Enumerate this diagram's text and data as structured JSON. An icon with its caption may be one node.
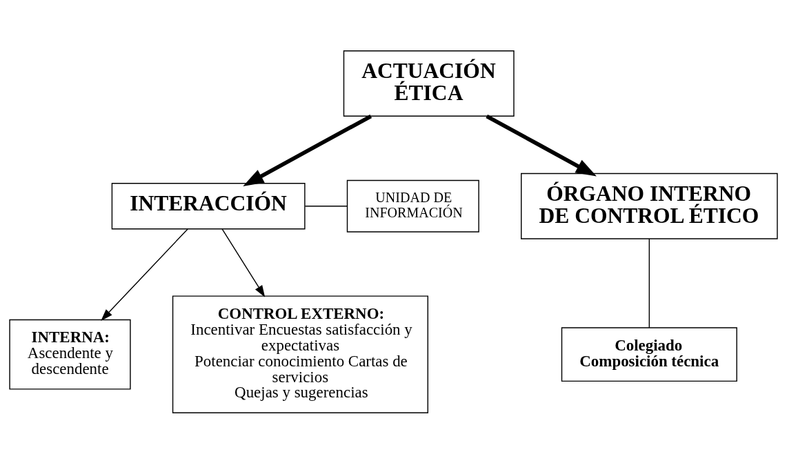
{
  "diagram": {
    "nodes": [
      {
        "text": [
          "ACTUACIÓN ÉTICA"
        ]
      },
      {
        "text": [
          "UNIDAD DE INFORMACIÓN"
        ]
      },
      {
        "text": [
          "INTERACCIÓN"
        ]
      },
      {
        "text": [
          "ÓRGANO INTERNO DE CONTROL ÉTICO"
        ]
      },
      {
        "text": [
          "CONTROL EXTERNO:",
          "Incentivar Encuestas satisfacción y expectativas",
          "Potenciar conocimiento Cartas de servicios",
          "Quejas y sugerencias"
        ]
      },
      {
        "text": [
          "INTERNA:",
          "Ascendente y descendente"
        ]
      },
      {
        "text": [
          "Colegiado",
          "Composición técnica"
        ]
      }
    ],
    "edges": [
      {
        "from": 0,
        "to": 2,
        "arrow": "to",
        "style": "thick"
      },
      {
        "from": 0,
        "to": 3,
        "arrow": "to",
        "style": "thick"
      },
      {
        "from": 1,
        "to": 2,
        "arrow": "none"
      },
      {
        "from": 2,
        "to": 4,
        "arrow": "to"
      },
      {
        "from": 2,
        "to": 5,
        "arrow": "to"
      },
      {
        "from": 3,
        "to": 6,
        "arrow": "none"
      }
    ]
  }
}
